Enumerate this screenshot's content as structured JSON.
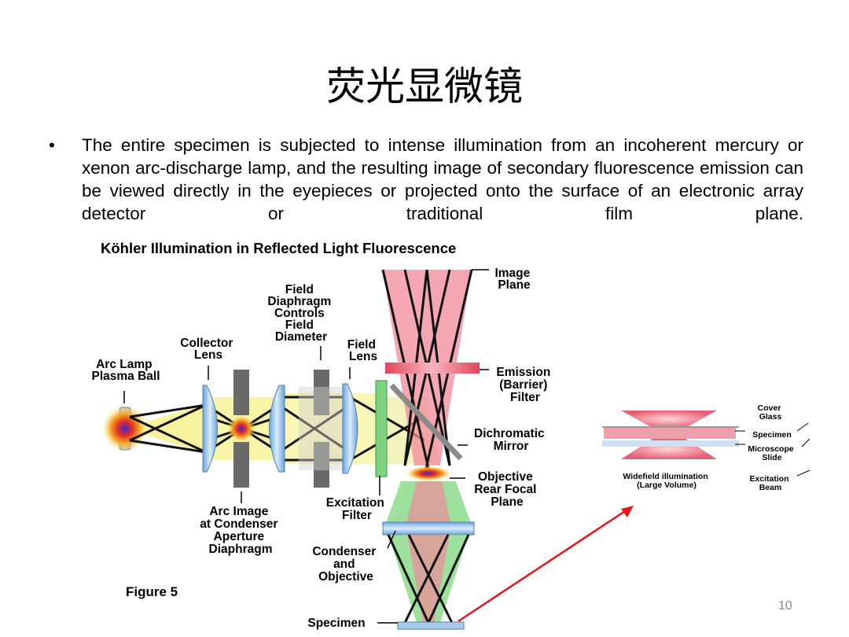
{
  "slide": {
    "title": "荧光显微镜",
    "bullet_symbol": "•",
    "bullet_text": "The entire specimen is subjected to intense illumination from an incoherent mercury or xenon arc-discharge lamp, and the resulting image of secondary fluorescence emission can be viewed directly in the eyepieces or projected onto the surface of an electronic array detector or traditional film plane.",
    "page_number": "10"
  },
  "figure": {
    "title": "Köhler Illumination in Reflected Light Fluorescence",
    "caption": "Figure 5",
    "labels": {
      "arc_lamp": [
        "Arc Lamp",
        "Plasma Ball"
      ],
      "collector_lens": [
        "Collector",
        "Lens"
      ],
      "field_diaphragm": [
        "Field",
        "Diaphragm",
        "Controls",
        "Field",
        "Diameter"
      ],
      "field_lens": [
        "Field",
        "Lens"
      ],
      "image_plane": [
        "Image",
        "Plane"
      ],
      "emission_filter": [
        "Emission",
        "(Barrier)",
        "Filter"
      ],
      "dichromatic_mirror": [
        "Dichromatic",
        "Mirror"
      ],
      "objective_rfp": [
        "Objective",
        "Rear Focal",
        "Plane"
      ],
      "excitation_filter": [
        "Excitation",
        "Filter"
      ],
      "arc_image": [
        "Arc Image",
        "at Condenser",
        "Aperture",
        "Diaphragm"
      ],
      "condenser": [
        "Condenser",
        "and",
        "Objective"
      ],
      "specimen": [
        "Specimen"
      ]
    }
  },
  "inset": {
    "caption": [
      "Widefield illumination",
      "(Large Volume)"
    ],
    "labels": {
      "cover_glass": [
        "Cover",
        "Glass"
      ],
      "specimen": [
        "Specimen"
      ],
      "slide": [
        "Microscope",
        "Slide"
      ],
      "beam": [
        "Excitation",
        "Beam"
      ]
    }
  },
  "colors": {
    "arrow": "#e8141c",
    "excitation_beam": "#f4ee7a",
    "emission_beam": "#f08a98",
    "green_beam": "#86d986",
    "lens": "#a9cbe8",
    "filter_red": "#e0455a",
    "filter_green": "#7fd27f"
  }
}
